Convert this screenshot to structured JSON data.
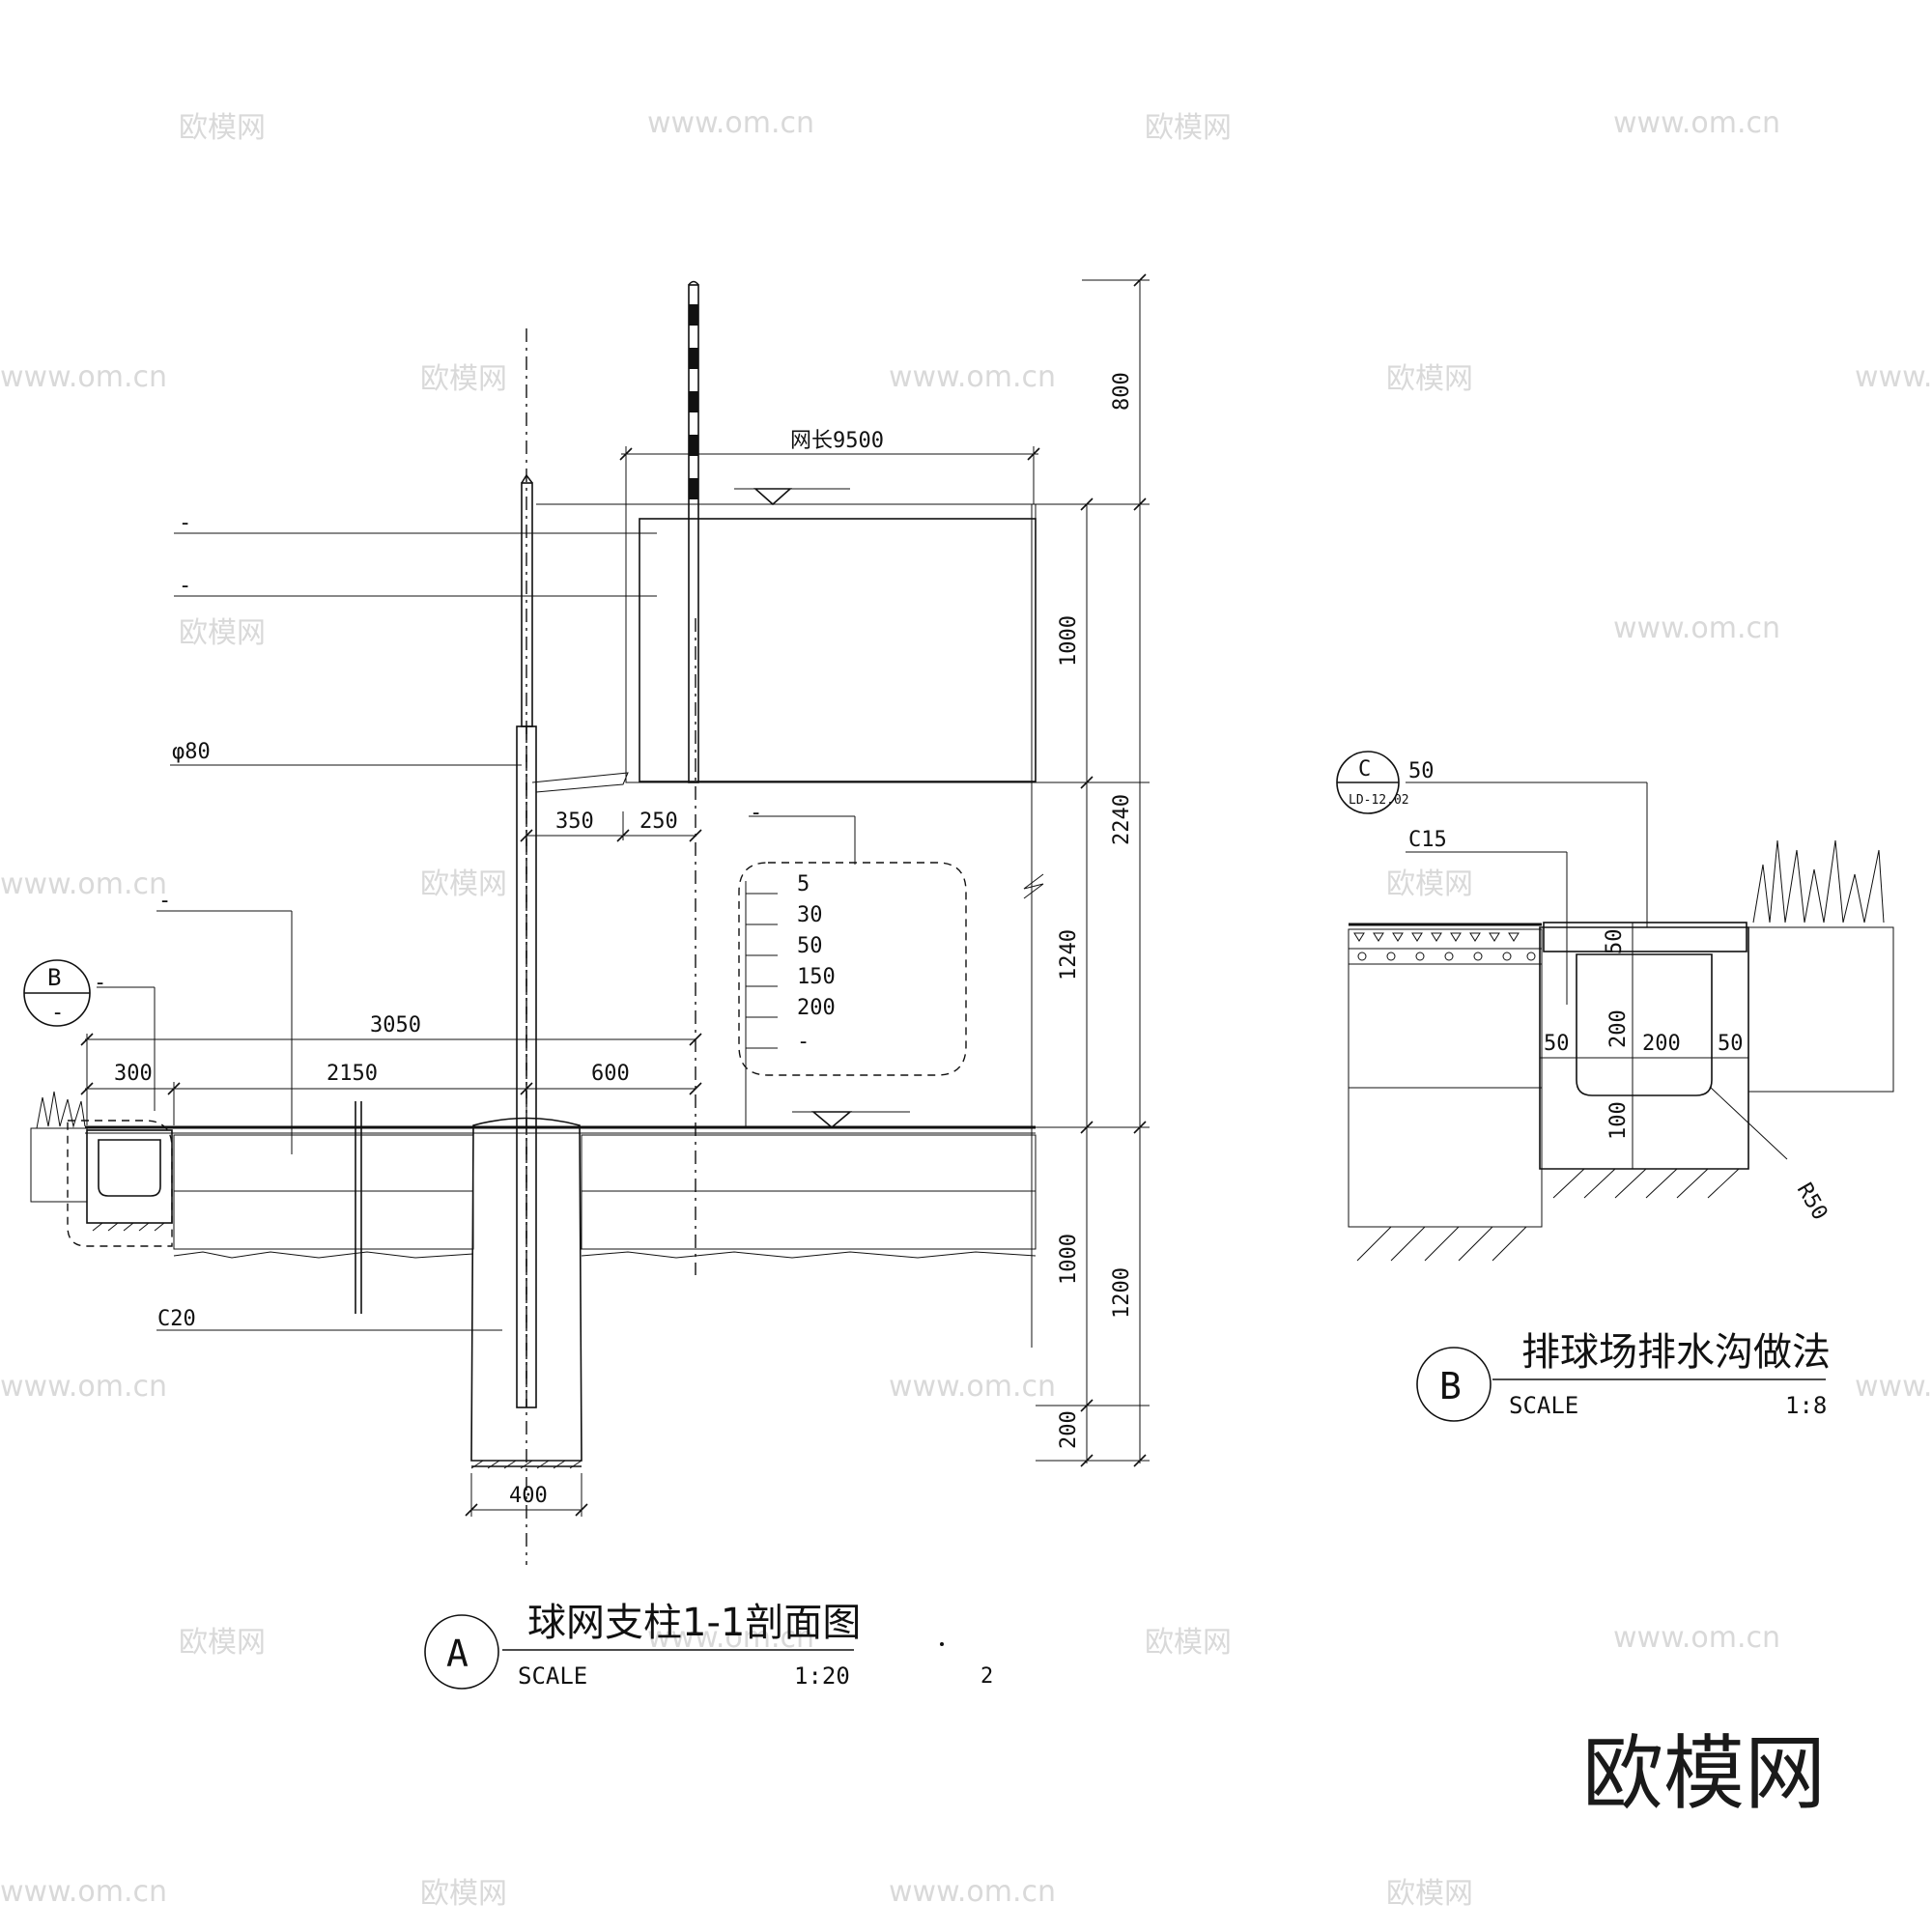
{
  "detail_a": {
    "title": "球网支柱1-1剖面图",
    "marker": "A",
    "scale_label": "SCALE",
    "scale_value": "1:20",
    "net_length": "网长9500",
    "pole_diameter": "φ80",
    "concrete": "C20",
    "ref_marker_top": "B",
    "ref_marker_bottom": "-",
    "dims": {
      "d800": "800",
      "d1000_top": "1000",
      "d2240": "2240",
      "d1240": "1240",
      "d1000_bottom": "1000",
      "d1200": "1200",
      "d200": "200",
      "d350": "350",
      "d250": "250",
      "d3050": "3050",
      "d300": "300",
      "d2150": "2150",
      "d600": "600",
      "d400": "400"
    },
    "layers": [
      "5",
      "30",
      "50",
      "150",
      "200"
    ],
    "blank_leader": "-",
    "sheet_note": "2"
  },
  "detail_b": {
    "title": "排球场排水沟做法",
    "marker": "B",
    "scale_label": "SCALE",
    "scale_value": "1:8",
    "ref_marker_top": "C",
    "ref_marker_bottom": "LD-12.02",
    "cover_thickness": "50",
    "concrete": "C15",
    "dims": {
      "d50_top": "50",
      "d200_v": "200",
      "d200_h": "200",
      "d50_left": "50",
      "d50_right": "50",
      "d100": "100",
      "radius": "R50"
    }
  },
  "watermark": {
    "brand_cn": "欧模网",
    "brand_url": "www.om.cn"
  }
}
